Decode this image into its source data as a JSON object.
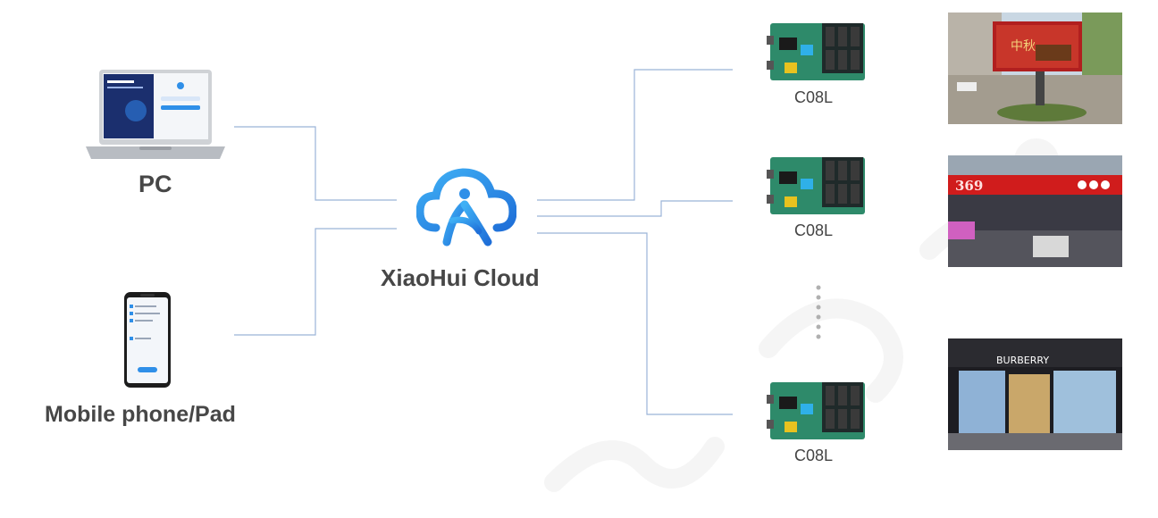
{
  "sources": [
    {
      "name": "pc",
      "label": "PC",
      "icon": "laptop-icon"
    },
    {
      "name": "mobile",
      "label": "Mobile phone/Pad",
      "icon": "smartphone-icon"
    }
  ],
  "hub": {
    "label": "XiaoHui Cloud",
    "icon": "cloud-logo-icon",
    "color": "#2f8fe8"
  },
  "controllers": [
    {
      "label": "C08L"
    },
    {
      "label": "C08L"
    },
    {
      "label": "C08L"
    }
  ],
  "screens": [
    {
      "icon": "outdoor-billboard-screen",
      "text": "中秋"
    },
    {
      "icon": "led-banner-screen",
      "text": "369"
    },
    {
      "icon": "storefront-screen",
      "text": "BURBERRY"
    }
  ],
  "colors": {
    "wire": "#9bb4d8",
    "text": "#474747",
    "board": "#2e8a6a"
  }
}
